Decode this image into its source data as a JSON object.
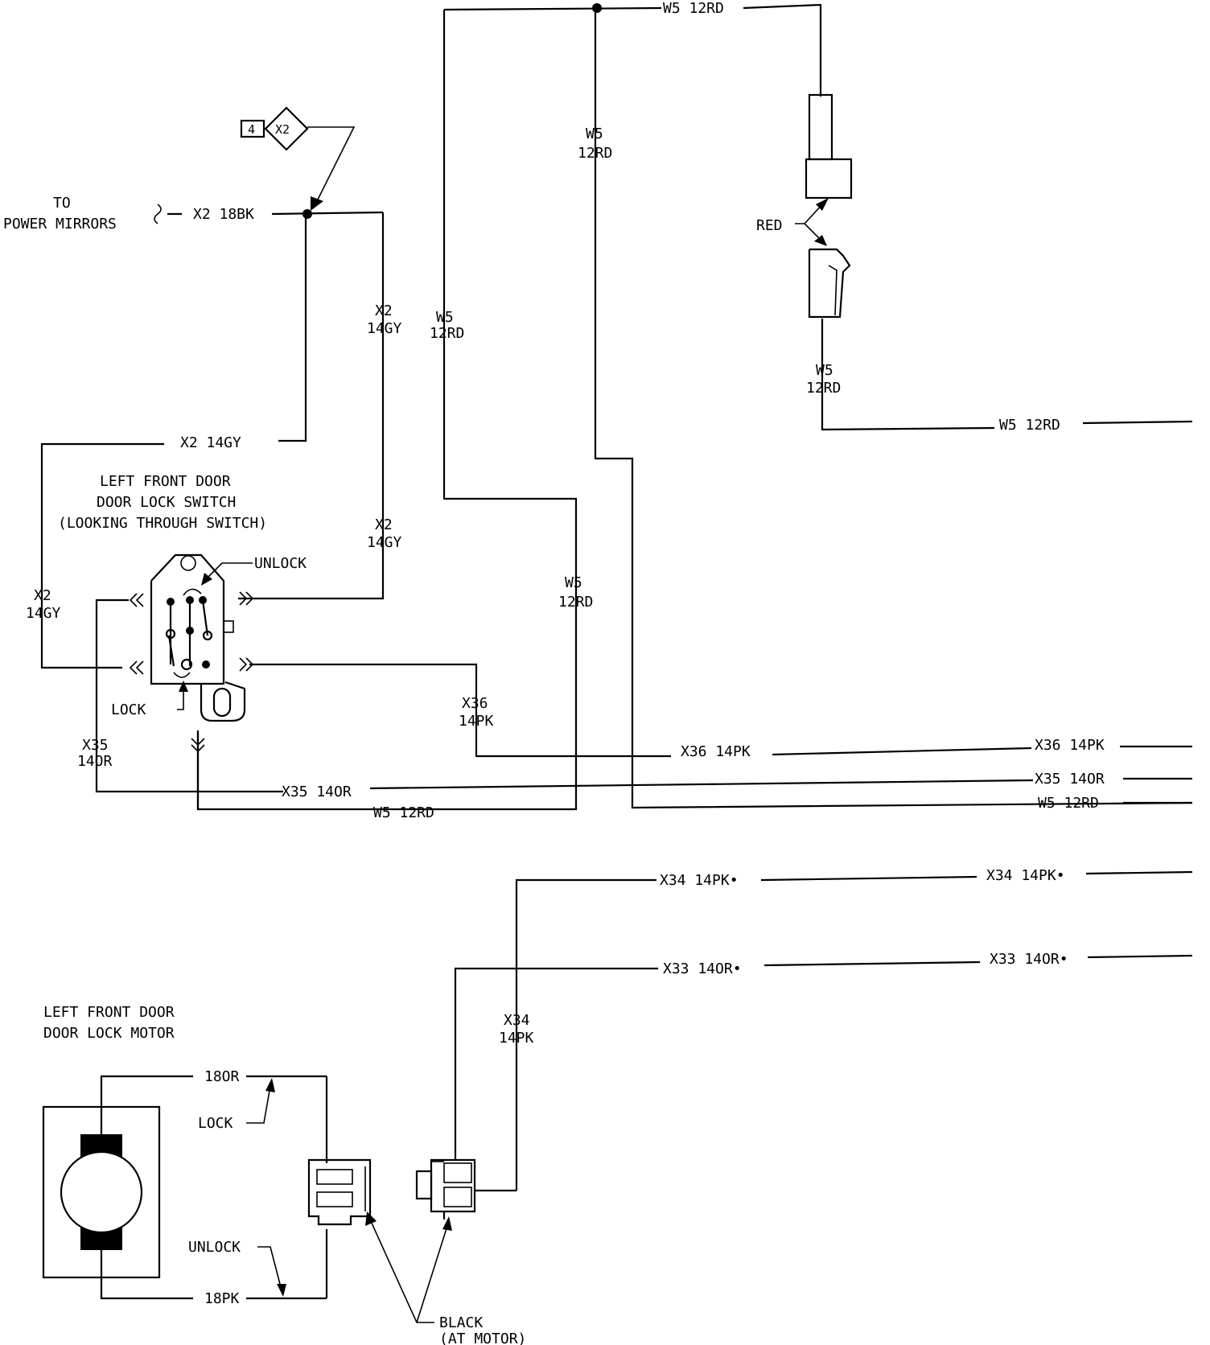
{
  "labels": {
    "w5_top": "W5 12RD",
    "w5_v1a": "W5",
    "w5_v1b": "12RD",
    "w5_v2a": "W5",
    "w5_v2b": "12RD",
    "w5_v3a": "W5",
    "w5_v3b": "12RD",
    "w5_conn_a": "W5",
    "w5_conn_b": "12RD",
    "w5_right": "W5 12RD",
    "red": "RED",
    "to_a": "TO",
    "to_b": "POWER MIRRORS",
    "x2_18bk": "X2 18BK",
    "ground_num": "4",
    "ground_id": "X2",
    "x2_v1a": "X2",
    "x2_v1b": "14GY",
    "x2_v2a": "X2",
    "x2_v2b": "14GY",
    "x2_h": "X2 14GY",
    "x2_left_a": "X2",
    "x2_left_b": "14GY",
    "switch_1": "LEFT FRONT DOOR",
    "switch_2": "DOOR LOCK SWITCH",
    "switch_3": "(LOOKING THROUGH SWITCH)",
    "unlock_sw": "UNLOCK",
    "lock_sw": "LOCK",
    "x36_v_a": "X36",
    "x36_v_b": "14PK",
    "x35_v_a": "X35",
    "x35_v_b": "14OR",
    "x36_mid": "X36 14PK",
    "x36_right": "X36 14PK",
    "x35_mid": "X35 14OR",
    "x35_right": "X35 14OR",
    "w5_bottom": "W5 12RD",
    "w5_bottom_right": "W5 12RD",
    "x34_mid": "X34 14PK•",
    "x34_right": "X34 14PK•",
    "x33_mid": "X33 14OR•",
    "x33_right": "X33 14OR•",
    "x34_v_a": "X34",
    "x34_v_b": "14PK",
    "motor_1": "LEFT FRONT DOOR",
    "motor_2": "DOOR LOCK MOTOR",
    "m_18or": "18OR",
    "m_lock": "LOCK",
    "m_unlock": "UNLOCK",
    "m_18pk": "18PK",
    "black_a": "BLACK",
    "black_b": "(AT MOTOR)"
  }
}
